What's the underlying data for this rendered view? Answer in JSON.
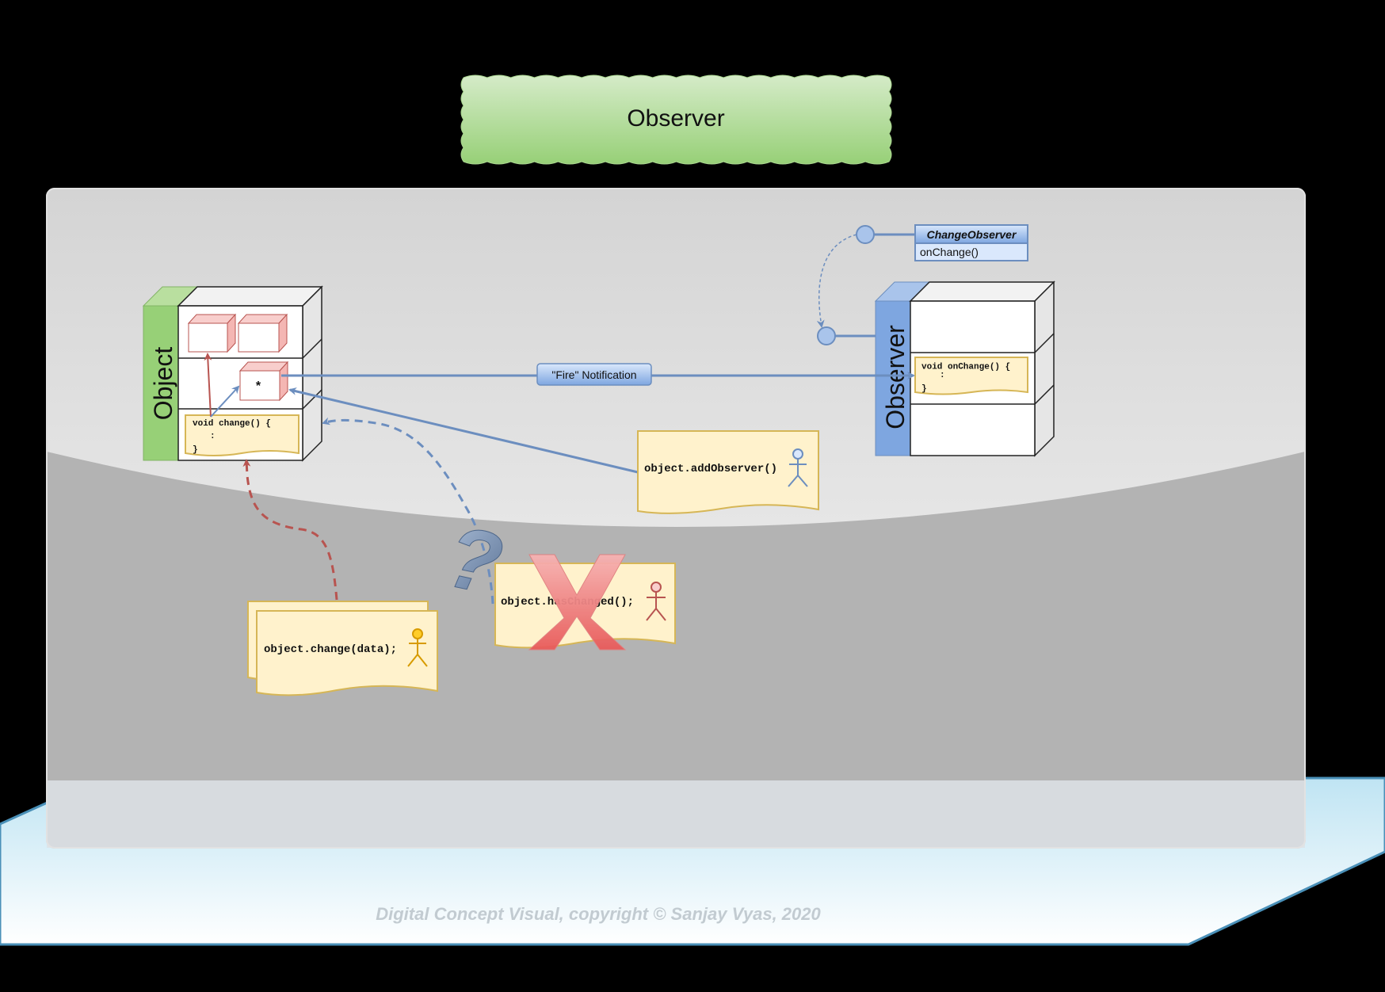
{
  "title": "Observer",
  "object_label": "Object",
  "observer_label": "Observer",
  "star": "*",
  "interface": {
    "name": "ChangeObserver",
    "method": "onChange()"
  },
  "fire_label": "\"Fire\" Notification",
  "object_code": [
    "void change() {",
    ":",
    "}"
  ],
  "observer_code": [
    "void onChange() {",
    ":",
    "}"
  ],
  "notes": {
    "add_observer": "object.addObserver()",
    "change_data": "object.change(data);",
    "has_changed": "object.hasChanged();"
  },
  "question_mark": "?",
  "copyright": "Digital Concept Visual, copyright © Sanjay Vyas, 2020",
  "colors": {
    "title_green_top": "#d5ebc8",
    "title_green_bottom": "#97d077",
    "object_green": "#97d077",
    "observer_blue": "#7ea6e0",
    "connector_blue": "#6c8ebf",
    "note_fill": "#fff2cc",
    "note_stroke": "#d6b656",
    "red": "#b85450",
    "cross_red": "#e85a5a"
  }
}
